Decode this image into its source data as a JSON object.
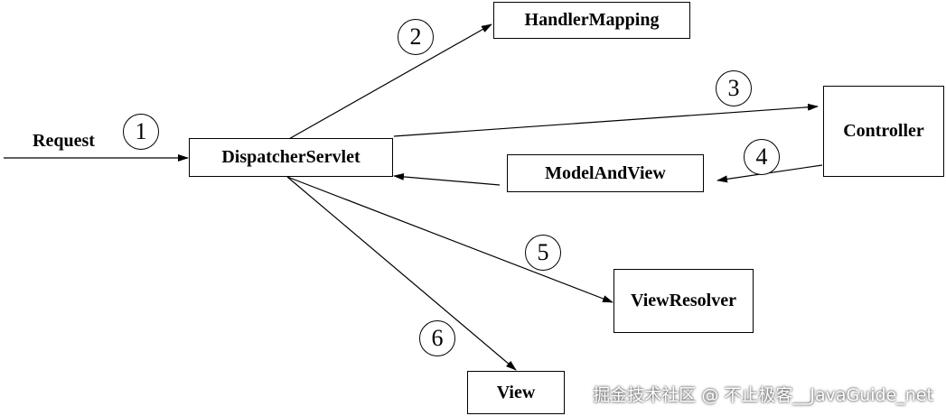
{
  "nodes": {
    "request": "Request",
    "dispatcher": "DispatcherServlet",
    "handler_mapping": "HandlerMapping",
    "controller": "Controller",
    "model_and_view": "ModelAndView",
    "view_resolver": "ViewResolver",
    "view": "View"
  },
  "steps": [
    "1",
    "2",
    "3",
    "4",
    "5",
    "6"
  ],
  "watermark": "掘金技术社区 @ 不止极客__JavaGuide_net",
  "colors": {
    "line": "#000000",
    "background": "#ffffff"
  }
}
